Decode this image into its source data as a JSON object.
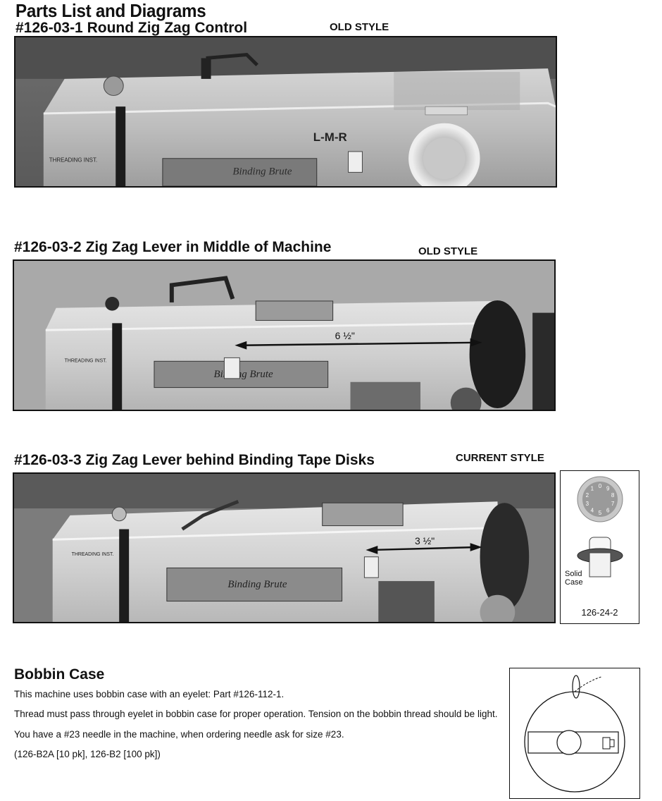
{
  "page": {
    "title": "Parts List and Diagrams"
  },
  "sections": [
    {
      "title": "#126-03-1 Round Zig Zag Control",
      "style_tag": "OLD STYLE",
      "photo_labels": {
        "plate": "L-M-R",
        "brand": "Binding Brute",
        "threading": "THREADING INST."
      }
    },
    {
      "title": "#126-03-2 Zig Zag Lever in Middle of Machine",
      "style_tag": "OLD STYLE",
      "measurement": "6 ½\"",
      "photo_labels": {
        "brand": "Binding Brute",
        "threading": "THREADING INST."
      }
    },
    {
      "title": "#126-03-3 Zig Zag Lever behind Binding Tape Disks",
      "style_tag": "CURRENT STYLE",
      "measurement": "3 ½\"",
      "photo_labels": {
        "brand": "Binding Brute",
        "threading": "THREADING INST."
      },
      "inset": {
        "dial_numbers": [
          "0",
          "9",
          "8",
          "7",
          "6",
          "5",
          "4",
          "3",
          "2",
          "1"
        ],
        "label_line1": "Solid",
        "label_line2": "Case",
        "part_number": "126-24-2"
      }
    }
  ],
  "bobbin": {
    "title": "Bobbin Case",
    "lines": [
      "This machine uses bobbin case with an eyelet: Part #126-112-1.",
      "Thread must pass through eyelet in bobbin case for proper operation. Tension on the bobbin thread should be light.",
      "You have a #23 needle in the machine, when ordering needle ask for size #23.",
      "(126-B2A [10 pk], 126-B2 [100 pk])"
    ]
  }
}
